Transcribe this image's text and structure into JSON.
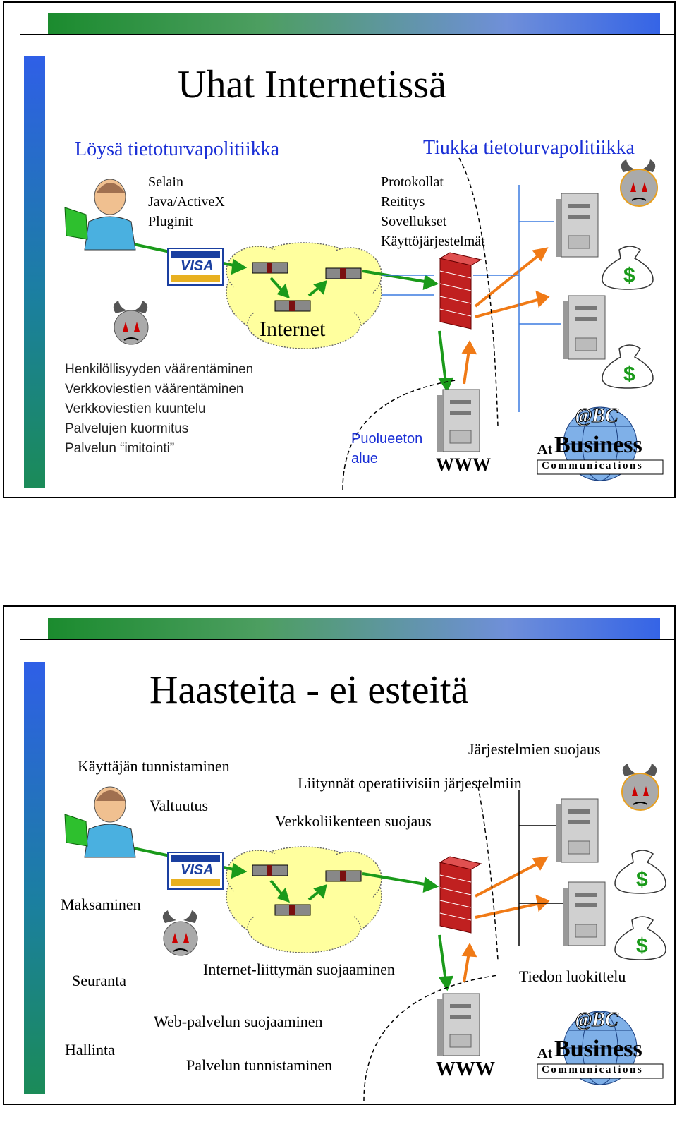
{
  "slide1": {
    "title": "Uhat Internetissä",
    "loose_policy": "Löysä tietoturvapolitiikka",
    "strict_policy": "Tiukka tietoturvapolitiikka",
    "client_items": [
      "Selain",
      "Java/ActiveX",
      "Pluginit"
    ],
    "server_items": [
      "Protokollat",
      "Reititys",
      "Sovellukset",
      "Käyttöjärjestelmät"
    ],
    "internet_label": "Internet",
    "threats": [
      "Henkilöllisyyden väärentäminen",
      "Verkkoviestien väärentäminen",
      "Verkkoviestien kuuntelu",
      "Palvelujen kuormitus",
      "Palvelun “imitointi”"
    ],
    "dmz_line1": "Puolueeton",
    "dmz_line2": "alue",
    "www_label": "WWW",
    "card_label": "VISA",
    "logo": {
      "at": "At",
      "business": "Business",
      "communications": "Communications",
      "abc": "@BC"
    }
  },
  "slide2": {
    "title": "Haasteita - ei esteitä",
    "system_protection": "Järjestelmien suojaus",
    "user_auth": "Käyttäjän tunnistaminen",
    "interfaces": "Liitynnät operatiivisiin järjestelmiin",
    "authorization": "Valtuutus",
    "traffic_protection": "Verkkoliikenteen suojaus",
    "payment": "Maksaminen",
    "monitoring": "Seuranta",
    "internet_protection": "Internet-liittymän suojaaminen",
    "info_classification": "Tiedon luokittelu",
    "web_protection": "Web-palvelun suojaaminen",
    "management": "Hallinta",
    "service_auth": "Palvelun tunnistaminen",
    "www_label": "WWW",
    "card_label": "VISA",
    "logo": {
      "at": "At",
      "business": "Business",
      "communications": "Communications",
      "abc": "@BC"
    }
  }
}
